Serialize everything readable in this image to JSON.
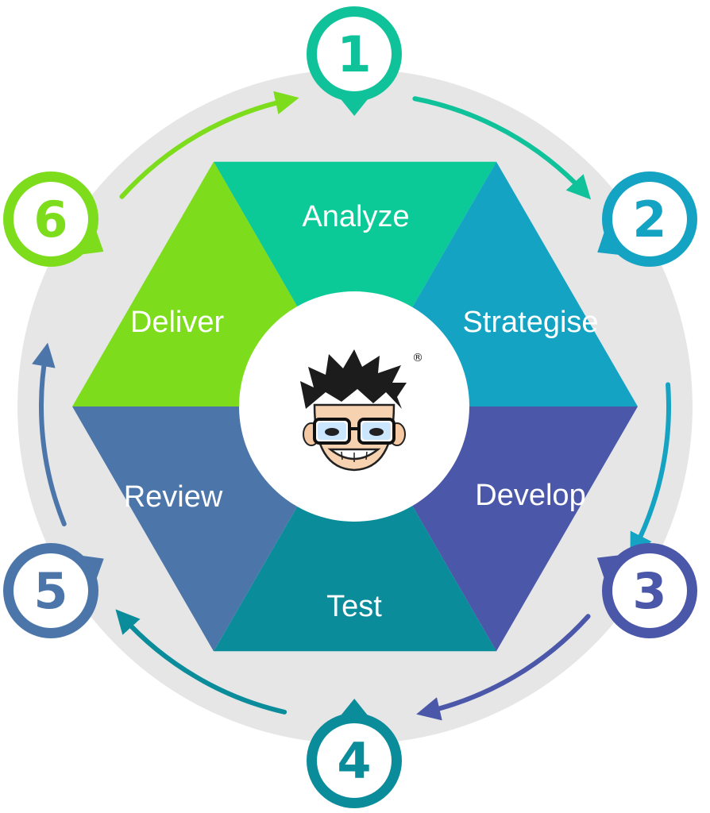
{
  "steps": [
    {
      "number": "1",
      "label": "Analyze",
      "color": "#10c29a"
    },
    {
      "number": "2",
      "label": "Strategise",
      "color": "#14a3c3"
    },
    {
      "number": "3",
      "label": "Develop",
      "color": "#4b57a9"
    },
    {
      "number": "4",
      "label": "Test",
      "color": "#0b8c9a"
    },
    {
      "number": "5",
      "label": "Review",
      "color": "#4c76aa"
    },
    {
      "number": "6",
      "label": "Deliver",
      "color": "#7ddd1c"
    }
  ],
  "colors": {
    "ring": "#e6e6e6",
    "segment_analyze": "#0bca97",
    "segment_strategise": "#14a3c3",
    "segment_develop": "#4b57a9",
    "segment_test": "#0b8c9a",
    "segment_review": "#4c76aa",
    "segment_deliver": "#7ddd1c",
    "center": "#ffffff"
  },
  "logo": {
    "registered_mark": "®",
    "icon": "nerd-face-logo"
  }
}
